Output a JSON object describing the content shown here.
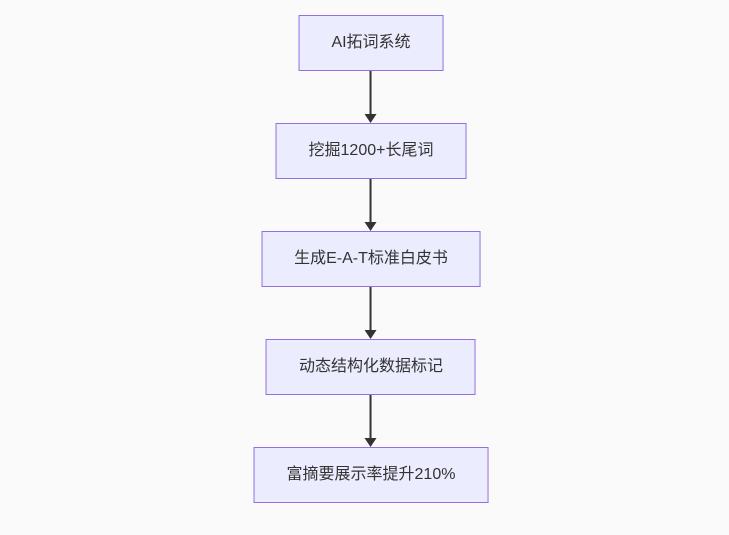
{
  "page": {
    "background_color": "#fafafa"
  },
  "flowchart": {
    "type": "flowchart",
    "direction": "top-down",
    "node_fill_color": "#ECECFF",
    "node_border_color": "#9370DB",
    "node_text_color": "#333333",
    "arrow_color": "#333333",
    "nodes": [
      {
        "label": "AI拓词系统"
      },
      {
        "label": "挖掘1200+长尾词"
      },
      {
        "label": "生成E-A-T标准白皮书"
      },
      {
        "label": "动态结构化数据标记"
      },
      {
        "label": "富摘要展示率提升210%"
      }
    ],
    "edges": [
      {
        "from": "AI拓词系统",
        "to": "挖掘1200+长尾词"
      },
      {
        "from": "挖掘1200+长尾词",
        "to": "生成E-A-T标准白皮书"
      },
      {
        "from": "生成E-A-T标准白皮书",
        "to": "动态结构化数据标记"
      },
      {
        "from": "动态结构化数据标记",
        "to": "富摘要展示率提升210%"
      }
    ]
  }
}
